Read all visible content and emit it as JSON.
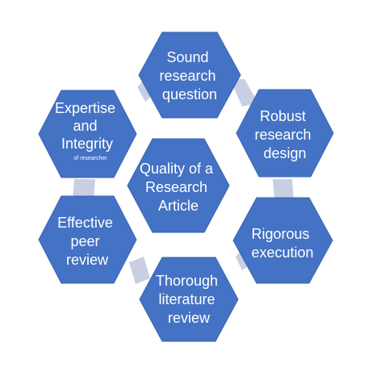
{
  "colors": {
    "hex_fill": "#4472c4",
    "hex_stroke": "#3b65b0",
    "connector": "#c8cfe3",
    "text": "#ffffff"
  },
  "hexagons": {
    "center": {
      "lines": [
        "Quality of a",
        "Research",
        "Article"
      ]
    },
    "top": {
      "lines": [
        "Sound",
        "research",
        "question"
      ]
    },
    "top_right": {
      "lines": [
        "Robust",
        "research",
        "design"
      ]
    },
    "bottom_right": {
      "lines": [
        "Rigorous",
        "execution"
      ]
    },
    "bottom": {
      "lines": [
        "Thorough",
        "literature",
        "review"
      ]
    },
    "bottom_left": {
      "lines": [
        "Effective",
        "peer",
        "review"
      ]
    },
    "top_left": {
      "lines": [
        "Expertise",
        "and",
        "Integrity"
      ],
      "sub": "of researcher"
    }
  }
}
